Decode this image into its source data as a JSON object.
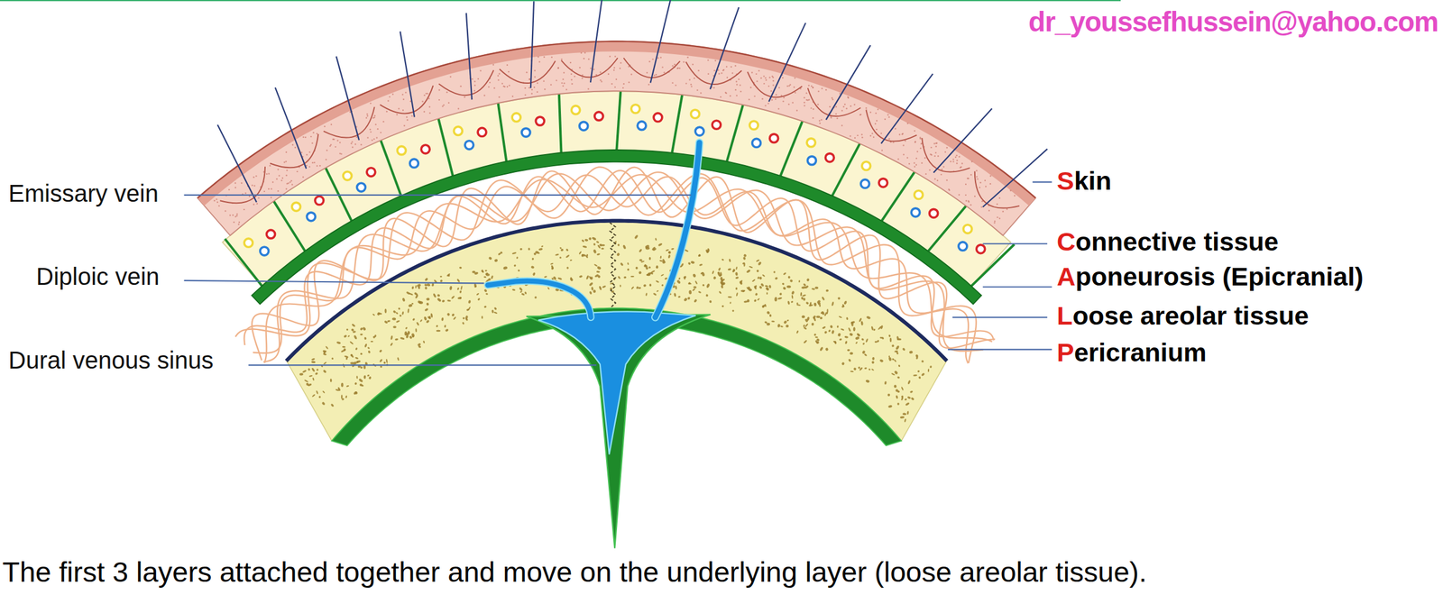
{
  "diagram": {
    "caption": "The first 3 layers attached together and move on the underlying layer (loose areolar tissue).",
    "labels": [
      "dr_youssefhussein@yahoo.com",
      "Emissary vein",
      "Diploic vein",
      "Dural venous sinus",
      "Skin",
      "Connective tissue",
      "Aponeurosis (Epicranial)",
      "Loose areolar tissue",
      "Pericranium"
    ]
  }
}
